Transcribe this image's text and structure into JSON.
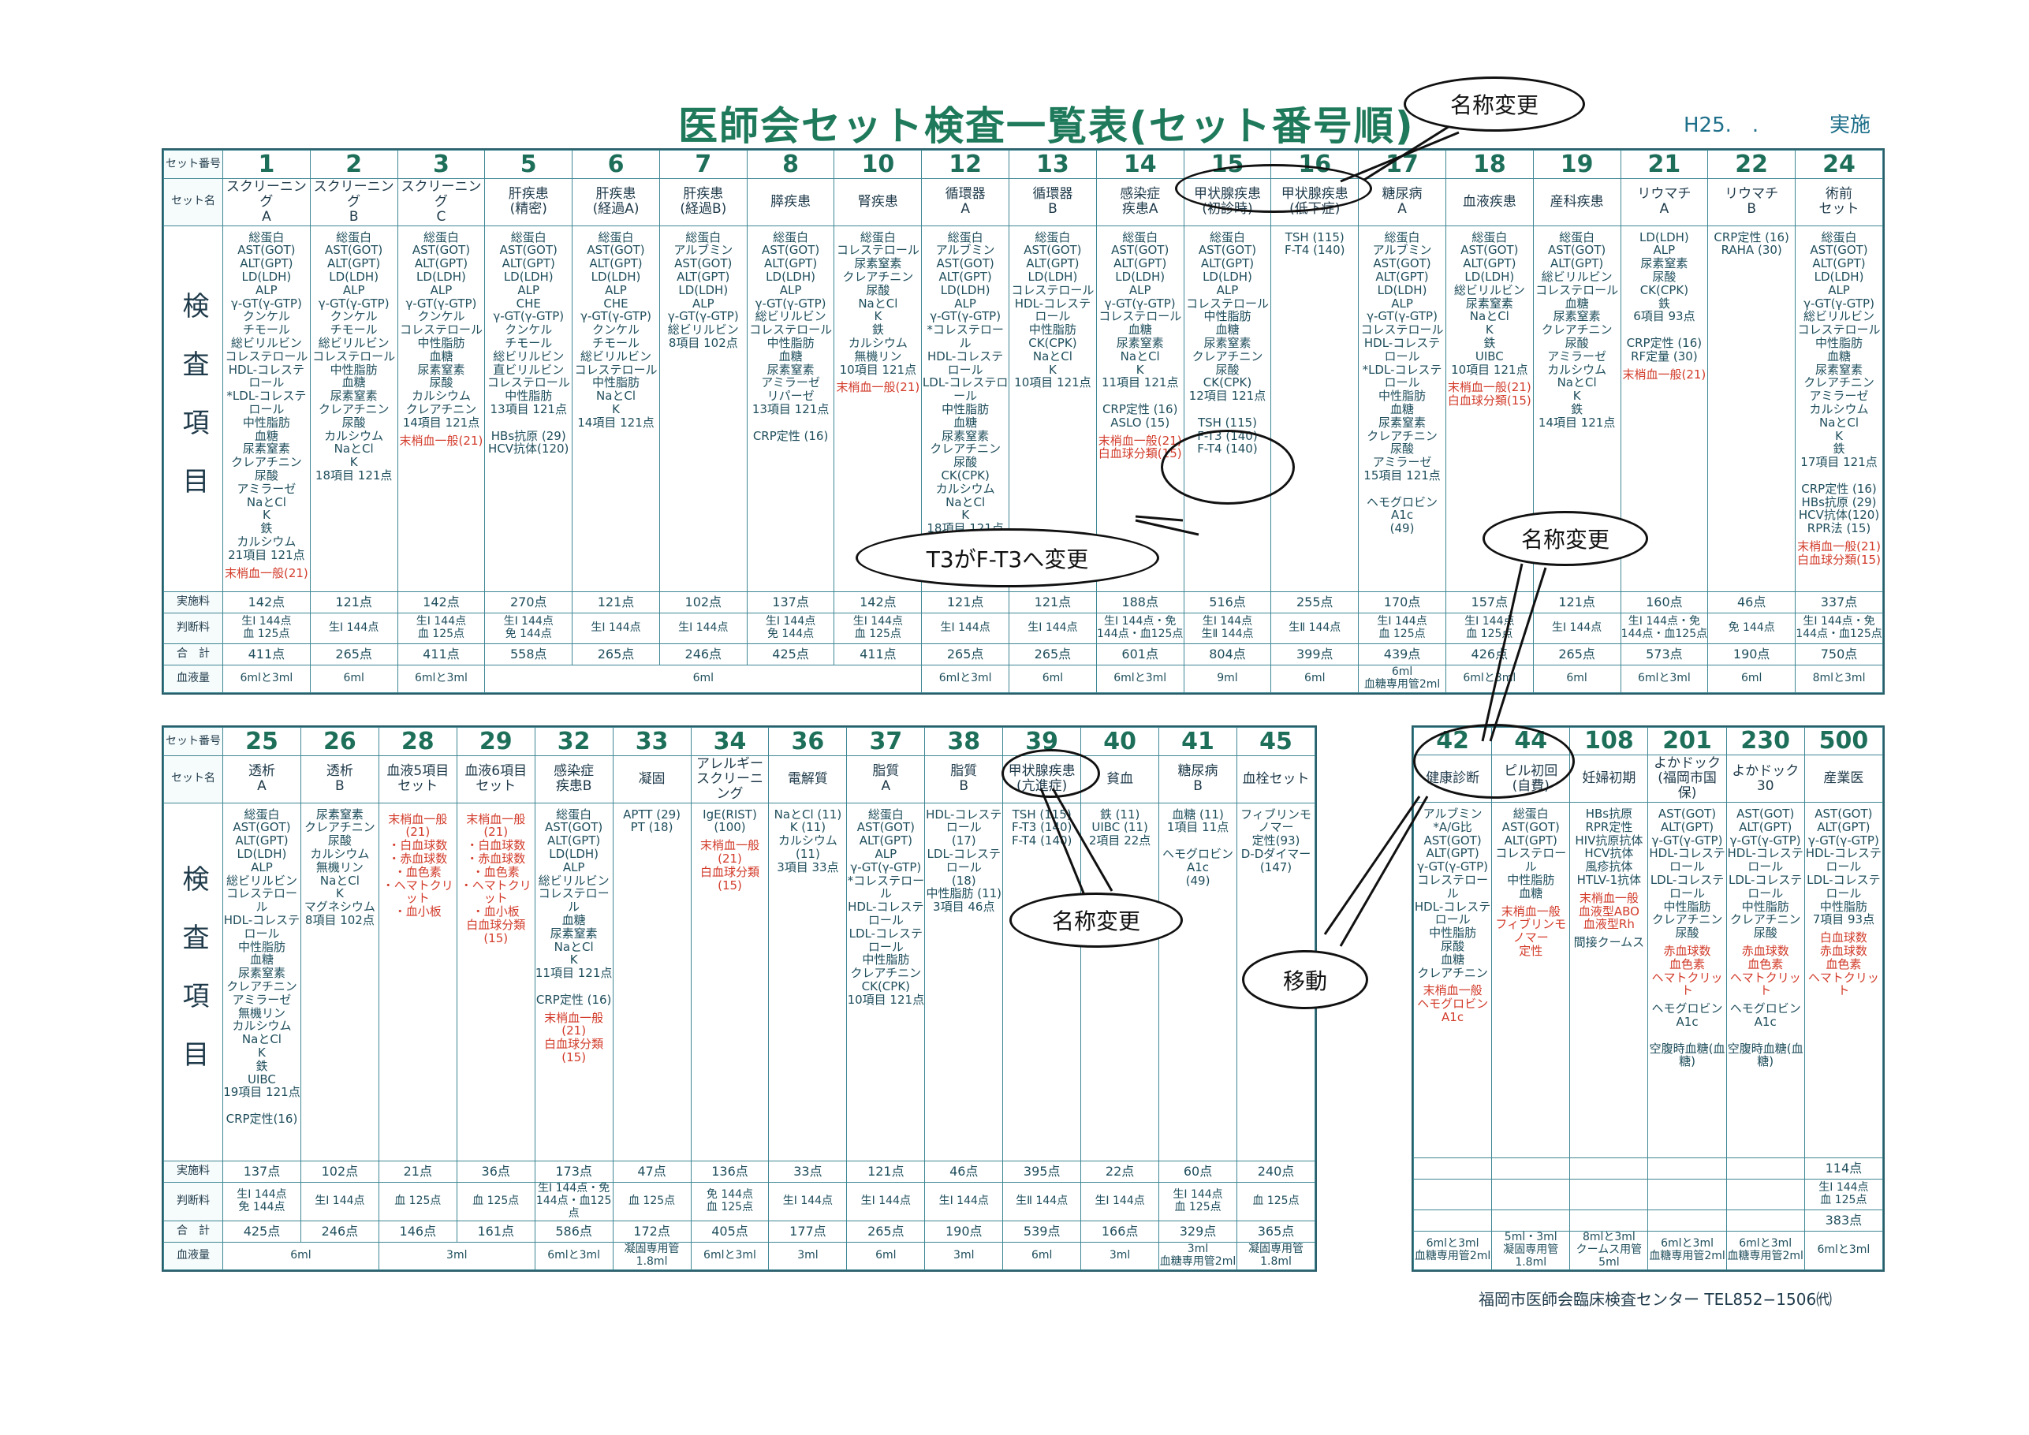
{
  "header": {
    "title": "医師会セット検査一覧表(セット番号順)",
    "date": "H25.　.",
    "run": "実施"
  },
  "row_labels": {
    "set_no": "セット番号",
    "set_name": "セット名",
    "items_label": "検査項目",
    "fee": "実施料",
    "judge": "判断料",
    "total": "合　計",
    "blood": "血液量"
  },
  "upper_sets": [
    {
      "no": "1",
      "name": "スクリーニング\nA",
      "fee": "142点",
      "total": "411点"
    },
    {
      "no": "2",
      "name": "スクリーニング\nB",
      "fee": "121点",
      "total": "265点"
    },
    {
      "no": "3",
      "name": "スクリーニング\nC",
      "fee": "142点",
      "total": "411点"
    },
    {
      "no": "5",
      "name": "肝疾患\n(精密)",
      "fee": "270点",
      "total": "558点"
    },
    {
      "no": "6",
      "name": "肝疾患\n(経過A)",
      "fee": "121点",
      "total": "265点"
    },
    {
      "no": "7",
      "name": "肝疾患\n(経過B)",
      "fee": "102点",
      "total": "246点"
    },
    {
      "no": "8",
      "name": "膵疾患",
      "fee": "137点",
      "total": "425点"
    },
    {
      "no": "10",
      "name": "腎疾患",
      "fee": "142点",
      "total": "411点"
    },
    {
      "no": "12",
      "name": "循環器\nA",
      "fee": "121点",
      "total": "265点"
    },
    {
      "no": "13",
      "name": "循環器\nB",
      "fee": "121点",
      "total": "265点"
    },
    {
      "no": "14",
      "name": "感染症\n疾患A",
      "fee": "188点",
      "total": "601点"
    },
    {
      "no": "15",
      "name": "甲状腺疾患\n(初診時)",
      "fee": "516点",
      "total": "804点"
    },
    {
      "no": "16",
      "name": "甲状腺疾患\n(低下症)",
      "fee": "255点",
      "total": "399点"
    },
    {
      "no": "17",
      "name": "糖尿病\nA",
      "fee": "170点",
      "total": "439点"
    },
    {
      "no": "18",
      "name": "血液疾患",
      "fee": "157点",
      "total": "426点"
    },
    {
      "no": "19",
      "name": "産科疾患",
      "fee": "121点",
      "total": "265点"
    },
    {
      "no": "21",
      "name": "リウマチ\nA",
      "fee": "160点",
      "total": "573点"
    },
    {
      "no": "22",
      "name": "リウマチ\nB",
      "fee": "46点",
      "total": "190点"
    },
    {
      "no": "24",
      "name": "術前\nセット",
      "fee": "337点",
      "total": "750点"
    }
  ],
  "upper_items": [
    "総蛋白\nAST(GOT)\nALT(GPT)\nLD(LDH)\nALP\nγ-GT(γ-GTP)\nクンケル\nチモール\n総ビリルビン\nコレステロール\nHDL-コレステロール\n*LDL-コレステロール\n中性脂肪\n血糖\n尿素窒素\nクレアチニン\n尿酸\nアミラーゼ\nNaとCl\nK\n鉄\nカルシウム\n21項目 121点",
    "総蛋白\nAST(GOT)\nALT(GPT)\nLD(LDH)\nALP\nγ-GT(γ-GTP)\nクンケル\nチモール\n総ビリルビン\nコレステロール\n中性脂肪\n血糖\n尿素窒素\nクレアチニン\n尿酸\nカルシウム\nNaとCl\nK\n18項目 121点",
    "総蛋白\nAST(GOT)\nALT(GPT)\nLD(LDH)\nALP\nγ-GT(γ-GTP)\nクンケル\nコレステロール\n中性脂肪\n血糖\n尿素窒素\n尿酸\nカルシウム\nクレアチニン\n14項目 121点",
    "総蛋白\nAST(GOT)\nALT(GPT)\nLD(LDH)\nALP\nCHE\nγ-GT(γ-GTP)\nクンケル\nチモール\n総ビリルビン\n直ビリルビン\nコレステロール\n中性脂肪\n13項目 121点\n\nHBs抗原 (29)\nHCV抗体(120)",
    "総蛋白\nAST(GOT)\nALT(GPT)\nLD(LDH)\nALP\nCHE\nγ-GT(γ-GTP)\nクンケル\nチモール\n総ビリルビン\nコレステロール\n中性脂肪\nNaとCl\nK\n14項目 121点",
    "総蛋白\nアルブミン\nAST(GOT)\nALT(GPT)\nLD(LDH)\nALP\nγ-GT(γ-GTP)\n総ビリルビン\n8項目 102点",
    "総蛋白\nAST(GOT)\nALT(GPT)\nLD(LDH)\nALP\nγ-GT(γ-GTP)\n総ビリルビン\nコレステロール\n中性脂肪\n血糖\n尿素窒素\nアミラーゼ\nリパーゼ\n13項目 121点\n\nCRP定性 (16)",
    "総蛋白\nコレステロール\n尿素窒素\nクレアチニン\n尿酸\nNaとCl\nK\n鉄\nカルシウム\n無機リン\n10項目 121点",
    "総蛋白\nアルブミン\nAST(GOT)\nALT(GPT)\nLD(LDH)\nALP\nγ-GT(γ-GTP)\n*コレステロール\nHDL-コレステロール\nLDL-コレステロール\n中性脂肪\n血糖\n尿素窒素\nクレアチニン\n尿酸\nCK(CPK)\nカルシウム\nNaとCl\nK\n18項目 121点",
    "総蛋白\nAST(GOT)\nALT(GPT)\nLD(LDH)\nコレステロール\nHDL-コレステロール\n中性脂肪\nCK(CPK)\nNaとCl\nK\n10項目 121点",
    "総蛋白\nAST(GOT)\nALT(GPT)\nLD(LDH)\nALP\nγ-GT(γ-GTP)\nコレステロール\n血糖\n尿素窒素\nNaとCl\nK\n11項目 121点\n\nCRP定性 (16)\nASLO (15)",
    "総蛋白\nAST(GOT)\nALT(GPT)\nLD(LDH)\nALP\nコレステロール\n中性脂肪\n血糖\n尿素窒素\nクレアチニン\n尿酸\nCK(CPK)\n12項目 121点\n\nTSH (115)\nF-T3 (140)\nF-T4 (140)",
    "TSH (115)\nF-T4 (140)",
    "総蛋白\nアルブミン\nAST(GOT)\nALT(GPT)\nLD(LDH)\nALP\nγ-GT(γ-GTP)\nコレステロール\nHDL-コレステロール\n*LDL-コレステロール\n中性脂肪\n血糖\n尿素窒素\nクレアチニン\n尿酸\nアミラーゼ\n15項目 121点\n\nヘモグロビンA1c\n(49)",
    "総蛋白\nAST(GOT)\nALT(GPT)\nLD(LDH)\n総ビリルビン\n尿素窒素\nNaとCl\nK\n鉄\nUIBC\n10項目 121点",
    "総蛋白\nAST(GOT)\nALT(GPT)\n総ビリルビン\nコレステロール\n血糖\n尿素窒素\nクレアチニン\n尿酸\nアミラーゼ\nカルシウム\nNaとCl\nK\n鉄\n14項目 121点",
    "LD(LDH)\nALP\n尿素窒素\n尿酸\nCK(CPK)\n鉄\n6項目 93点\n\nCRP定性 (16)\nRF定量 (30)",
    "CRP定性 (16)\nRAHA (30)",
    "総蛋白\nAST(GOT)\nALT(GPT)\nLD(LDH)\nALP\nγ-GT(γ-GTP)\n総ビリルビン\nコレステロール\n中性脂肪\n血糖\n尿素窒素\nクレアチニン\nアミラーゼ\nカルシウム\nNaとCl\nK\n鉄\n17項目 121点\n\nCRP定性 (16)\nHBs抗原 (29)\nHCV抗体(120)\nRPR法 (15)"
  ],
  "upper_extra_red": [
    "末梢血一般(21)",
    "",
    "末梢血一般(21)",
    "",
    "",
    "",
    "",
    "末梢血一般(21)",
    "",
    "",
    "末梢血一般(21)\n白血球分類(15)",
    "",
    "",
    "",
    "末梢血一般(21)\n白血球分類(15)",
    "",
    "末梢血一般(21)",
    "",
    "末梢血一般(21)\n白血球分類(15)"
  ],
  "upper_judge": [
    "生Ⅰ 144点\n血 125点",
    "生Ⅰ 144点",
    "生Ⅰ 144点\n血 125点",
    "生Ⅰ 144点\n免 144点",
    "生Ⅰ 144点",
    "生Ⅰ 144点",
    "生Ⅰ 144点\n免 144点",
    "生Ⅰ 144点\n血 125点",
    "生Ⅰ 144点",
    "生Ⅰ 144点",
    "生Ⅰ 144点・免\n144点・血125点",
    "生Ⅰ 144点\n生Ⅱ 144点",
    "生Ⅱ 144点",
    "生Ⅰ 144点\n血 125点",
    "生Ⅰ 144点\n血 125点",
    "生Ⅰ 144点",
    "生Ⅰ 144点・免\n144点・血125点",
    "免 144点",
    "生Ⅰ 144点・免\n144点・血125点"
  ],
  "upper_blood": [
    "6mlと3ml",
    "6ml",
    "6mlと3ml",
    "6ml",
    "6mlと3ml",
    "6ml",
    "6mlと3ml",
    "9ml",
    "6ml",
    "6ml\n血糖専用管2ml",
    "6mlと3ml",
    "6ml",
    "6mlと3ml",
    "6ml",
    "8mlと3ml"
  ],
  "lower_sets": [
    {
      "no": "25",
      "name": "透析\nA",
      "fee": "137点",
      "total": "425点"
    },
    {
      "no": "26",
      "name": "透析\nB",
      "fee": "102点",
      "total": "246点"
    },
    {
      "no": "28",
      "name": "血液5項目\nセット",
      "fee": "21点",
      "total": "146点"
    },
    {
      "no": "29",
      "name": "血液6項目\nセット",
      "fee": "36点",
      "total": "161点"
    },
    {
      "no": "32",
      "name": "感染症\n疾患B",
      "fee": "173点",
      "total": "586点"
    },
    {
      "no": "33",
      "name": "凝固",
      "fee": "47点",
      "total": "172点"
    },
    {
      "no": "34",
      "name": "アレルギー\nスクリーニング",
      "fee": "136点",
      "total": "405点"
    },
    {
      "no": "36",
      "name": "電解質",
      "fee": "33点",
      "total": "177点"
    },
    {
      "no": "37",
      "name": "脂質\nA",
      "fee": "121点",
      "total": "265点"
    },
    {
      "no": "38",
      "name": "脂質\nB",
      "fee": "46点",
      "total": "190点"
    },
    {
      "no": "39",
      "name": "甲状腺疾患\n(亢進症)",
      "fee": "395点",
      "total": "539点"
    },
    {
      "no": "40",
      "name": "貧血",
      "fee": "22点",
      "total": "166点"
    },
    {
      "no": "41",
      "name": "糖尿病\nB",
      "fee": "60点",
      "total": "329点"
    },
    {
      "no": "45",
      "name": "血栓セット",
      "fee": "240点",
      "total": "365点"
    }
  ],
  "lower_items": [
    "総蛋白\nAST(GOT)\nALT(GPT)\nLD(LDH)\nALP\n総ビリルビン\nコレステロール\nHDL-コレステロール\n中性脂肪\n血糖\n尿素窒素\nクレアチニン\nアミラーゼ\n無機リン\nカルシウム\nNaとCl\nK\n鉄\nUIBC\n19項目 121点\n\nCRP定性(16)",
    "尿素窒素\nクレアチニン\n尿酸\nカルシウム\n無機リン\nNaとCl\nK\nマグネシウム\n8項目 102点",
    "",
    "",
    "総蛋白\nAST(GOT)\nALT(GPT)\nLD(LDH)\nALP\n総ビリルビン\nコレステロール\n血糖\n尿素窒素\nNaとCl\nK\n11項目 121点\n\nCRP定性 (16)",
    "APTT (29)\nPT (18)",
    "IgE(RIST)\n(100)",
    "NaとCl (11)\nK (11)\nカルシウム (11)\n3項目 33点",
    "総蛋白\nAST(GOT)\nALT(GPT)\nALP\nγ-GT(γ-GTP)\n*コレステロール\nHDL-コレステロール\nLDL-コレステロール\n中性脂肪\nクレアチニン\nCK(CPK)\n10項目 121点",
    "HDL-コレステロール\n(17)\nLDL-コレステロール\n(18)\n中性脂肪 (11)\n3項目 46点",
    "TSH (115)\nF-T3 (140)\nF-T4 (140)",
    "鉄 (11)\nUIBC (11)\n2項目 22点",
    "血糖 (11)\n1項目 11点\n\nヘモグロビンA1c\n(49)",
    "フィブリンモノマー\n定性(93)\nD-Dダイマー(147)"
  ],
  "lower_extra_red": [
    "",
    "",
    "末梢血一般(21)\n・白血球数\n・赤血球数\n・血色素\n・ヘマトクリット\n・血小板",
    "末梢血一般(21)\n・白血球数\n・赤血球数\n・血色素\n・ヘマトクリット\n・血小板\n白血球分類(15)",
    "末梢血一般(21)\n白血球分類(15)",
    "",
    "末梢血一般(21)\n白血球分類(15)",
    "",
    "",
    "",
    "",
    "",
    "",
    ""
  ],
  "lower_judge": [
    "生Ⅰ 144点\n免 144点",
    "生Ⅰ 144点",
    "血 125点",
    "血 125点",
    "生Ⅰ 144点・免\n144点・血125点",
    "血 125点",
    "免 144点\n血 125点",
    "生Ⅰ 144点",
    "生Ⅰ 144点",
    "生Ⅰ 144点",
    "生Ⅱ 144点",
    "生Ⅰ 144点",
    "生Ⅰ 144点\n血 125点",
    "血 125点"
  ],
  "lower_blood": [
    "6ml",
    "3ml",
    "6mlと3ml",
    "凝固専用管1.8ml",
    "6mlと3ml",
    "3ml",
    "6ml",
    "3ml",
    "6ml",
    "3ml",
    "3ml\n血糖専用管2ml",
    "凝固専用管1.8ml"
  ],
  "right_sets": [
    {
      "no": "42",
      "name": "健康診断",
      "fee": "",
      "total": ""
    },
    {
      "no": "44",
      "name": "ピル初回\n(自費)",
      "fee": "",
      "total": ""
    },
    {
      "no": "108",
      "name": "妊婦初期",
      "fee": "",
      "total": ""
    },
    {
      "no": "201",
      "name": "よかドック\n(福岡市国保)",
      "fee": "",
      "total": ""
    },
    {
      "no": "230",
      "name": "よかドック30",
      "fee": "",
      "total": ""
    },
    {
      "no": "500",
      "name": "産業医",
      "fee": "114点",
      "total": "383点"
    }
  ],
  "right_items": [
    "アルブミン\n*A/G比\nAST(GOT)\nALT(GPT)\nγ-GT(γ-GTP)\nコレステロール\nHDL-コレステロール\n中性脂肪\n尿酸\n血糖\nクレアチニン",
    "総蛋白\nAST(GOT)\nALT(GPT)\nコレステロール\n中性脂肪\n血糖",
    "HBs抗原\nRPR定性\nHIV抗原抗体\nHCV抗体\n風疹抗体\nHTLV-1抗体",
    "AST(GOT)\nALT(GPT)\nγ-GT(γ-GTP)\nHDL-コレステロール\nLDL-コレステロール\n中性脂肪\nクレアチニン\n尿酸",
    "AST(GOT)\nALT(GPT)\nγ-GT(γ-GTP)\nHDL-コレステロール\nLDL-コレステロール\n中性脂肪\nクレアチニン\n尿酸",
    "AST(GOT)\nALT(GPT)\nγ-GT(γ-GTP)\nHDL-コレステロール\nLDL-コレステロール\n中性脂肪\n7項目 93点"
  ],
  "right_extra_red": [
    "末梢血一般\nヘモグロビンA1c",
    "末梢血一般\nフィブリンモノマー\n定性",
    "末梢血一般\n血液型ABO\n血液型Rh",
    "赤血球数\n血色素\nヘマトクリット",
    "赤血球数\n血色素\nヘマトクリット",
    "白血球数\n赤血球数\n血色素\nヘマトクリット"
  ],
  "right_extra_blue": [
    "",
    "",
    "間接クームス",
    "ヘモグロビンA1c\n\n空腹時血糖(血糖)",
    "ヘモグロビンA1c\n\n空腹時血糖(血糖)",
    ""
  ],
  "right_judge": [
    "",
    "",
    "",
    "",
    "",
    "生Ⅰ 144点\n血 125点"
  ],
  "right_blood": [
    "6mlと3ml\n血糖専用管2ml",
    "5ml・3ml\n凝固専用管1.8ml",
    "8mlと3ml\nクームス用管5ml",
    "6mlと3ml\n血糖専用管2ml",
    "6mlと3ml\n血糖専用管2ml",
    "6mlと3ml"
  ],
  "annotations": {
    "rename_1": "名称変更",
    "t3_change": "T3がF-T3へ変更",
    "rename_2": "名称変更",
    "rename_3": "名称変更",
    "moved": "移動"
  },
  "footer": "福岡市医師会臨床検査センター TEL852−1506㈹",
  "colors": {
    "title": "#1e7a5a",
    "grid": "#3f8794",
    "red": "#d23b2a",
    "text": "#1f4e5c"
  }
}
